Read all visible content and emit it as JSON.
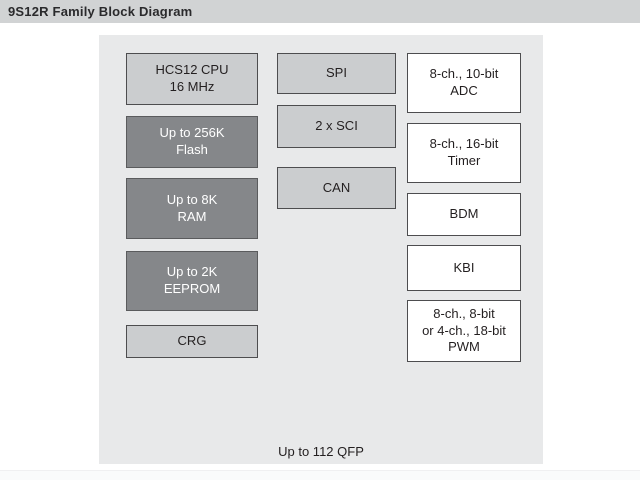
{
  "title_bar": {
    "title": "9S12R Family Block Diagram"
  },
  "diagram": {
    "left_column": {
      "blocks": [
        {
          "label": "HCS12 CPU\n16 MHz",
          "style": "light"
        },
        {
          "label": "Up to 256K\nFlash",
          "style": "dark"
        },
        {
          "label": "Up to 8K\nRAM",
          "style": "dark"
        },
        {
          "label": "Up to 2K\nEEPROM",
          "style": "dark"
        },
        {
          "label": "CRG",
          "style": "light"
        }
      ]
    },
    "middle_column": {
      "blocks": [
        {
          "label": "SPI",
          "style": "light"
        },
        {
          "label": "2 x SCI",
          "style": "light"
        },
        {
          "label": "CAN",
          "style": "light"
        }
      ]
    },
    "right_column": {
      "blocks": [
        {
          "label": "8-ch., 10-bit\nADC",
          "style": "white"
        },
        {
          "label": "8-ch., 16-bit\nTimer",
          "style": "white"
        },
        {
          "label": "BDM",
          "style": "white"
        },
        {
          "label": "KBI",
          "style": "white"
        },
        {
          "label": "8-ch., 8-bit\nor 4-ch., 18-bit\nPWM",
          "style": "white"
        }
      ]
    },
    "caption": "Up to 112 QFP"
  },
  "colors": {
    "title_bar_bg": "#d1d3d4",
    "panel_bg": "#e8e9ea",
    "light_block_bg": "#cbcdcf",
    "dark_block_bg": "#85878a",
    "white_block_bg": "#ffffff",
    "block_border": "#4d4d4f",
    "dark_block_text": "#ffffff",
    "text": "#231f20"
  }
}
